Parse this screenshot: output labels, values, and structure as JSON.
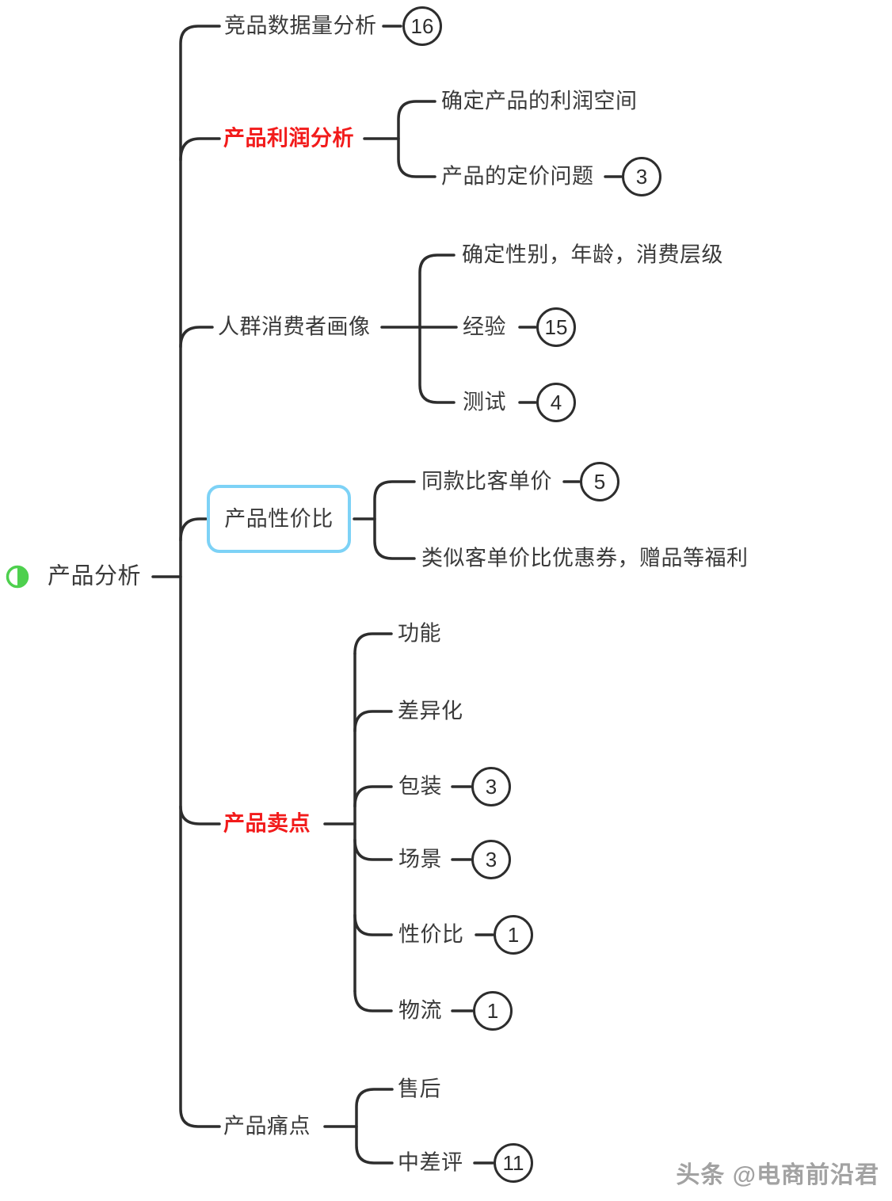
{
  "root": {
    "label": "产品分析"
  },
  "branches": [
    {
      "label": "竞品数据量分析",
      "count": "16"
    },
    {
      "label": "产品利润分析",
      "children": [
        {
          "label": "确定产品的利润空间"
        },
        {
          "label": "产品的定价问题",
          "count": "3"
        }
      ]
    },
    {
      "label": "人群消费者画像",
      "children": [
        {
          "label": "确定性别，年龄，消费层级"
        },
        {
          "label": "经验",
          "count": "15"
        },
        {
          "label": "测试",
          "count": "4"
        }
      ]
    },
    {
      "label": "产品性价比",
      "children": [
        {
          "label": "同款比客单价",
          "count": "5"
        },
        {
          "label": "类似客单价比优惠券，赠品等福利"
        }
      ]
    },
    {
      "label": "产品卖点",
      "children": [
        {
          "label": "功能"
        },
        {
          "label": "差异化"
        },
        {
          "label": "包装",
          "count": "3"
        },
        {
          "label": "场景",
          "count": "3"
        },
        {
          "label": "性价比",
          "count": "1"
        },
        {
          "label": "物流",
          "count": "1"
        }
      ]
    },
    {
      "label": "产品痛点",
      "children": [
        {
          "label": "售后"
        },
        {
          "label": "中差评",
          "count": "11"
        }
      ]
    }
  ],
  "watermark": "头条 @电商前沿君",
  "colors": {
    "accent_red": "#f21b1b",
    "highlight_blue": "#7dd2f6",
    "line": "#2d2d2d",
    "root_icon_green": "#4ed04e"
  }
}
